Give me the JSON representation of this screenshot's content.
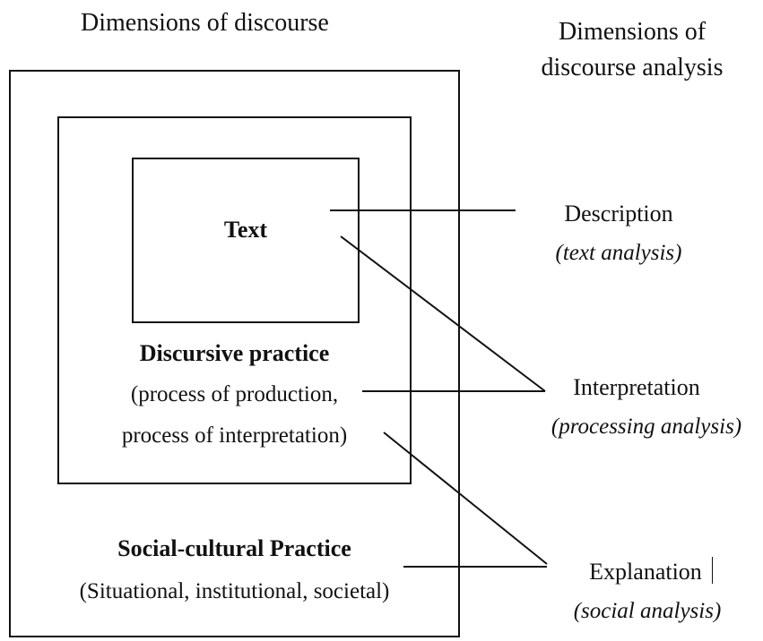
{
  "headings": {
    "discourse": "Dimensions  of  discourse",
    "analysis_line1": "Dimensions of",
    "analysis_line2": "discourse analysis"
  },
  "inner": {
    "title": "Text"
  },
  "middle": {
    "title": "Discursive practice",
    "line1": "(process of production,",
    "line2": "process of interpretation)"
  },
  "outer": {
    "title": "Social-cultural Practice",
    "line1": "(Situational, institutional, societal)"
  },
  "analysis": {
    "description": {
      "label": "Description",
      "sub": "(text analysis)"
    },
    "interpretation": {
      "label": "Interpretation",
      "sub": "(processing analysis)"
    },
    "explanation": {
      "label": "Explanation",
      "sub": "(social analysis)"
    }
  }
}
